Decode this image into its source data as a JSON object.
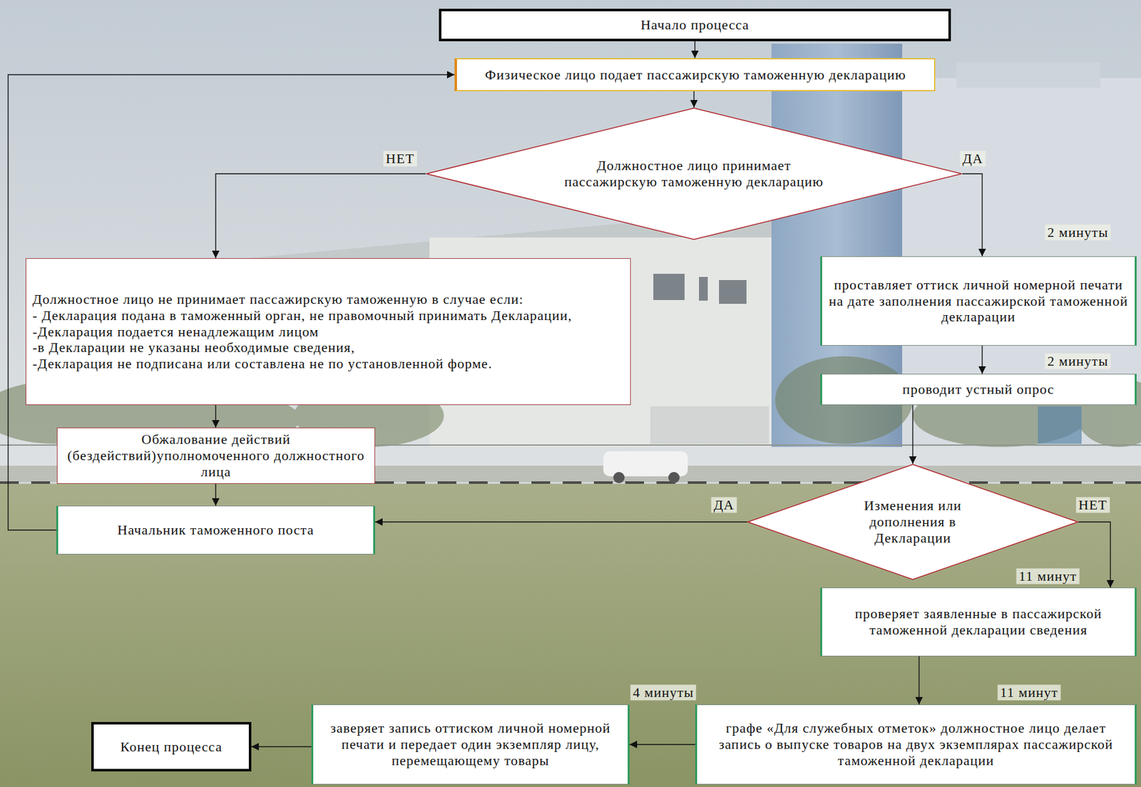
{
  "diagram": {
    "nodes": [
      {
        "text": [
          "Начало процесса"
        ]
      },
      {
        "text": [
          "Физическое лицо подает пассажирскую таможенную декларацию"
        ]
      },
      {
        "text": [
          "Должностное лицо принимает пассажирскую таможенную декларацию"
        ]
      },
      {
        "text": [
          "Должностное лицо не принимает пассажирскую таможенную в случае если:",
          "- Декларация подана в таможенный орган, не правомочный принимать Декларации,",
          "-Декларация подается ненадлежащим лицом",
          "-в Декларации не указаны необходимые сведения,",
          "-Декларация не подписана или составлена не по установленной форме."
        ]
      },
      {
        "text": [
          "проставляет оттиск личной номерной печати на дате заполнения пассажирской таможенной декларации"
        ]
      },
      {
        "text": [
          "проводит устный опрос"
        ]
      },
      {
        "text": [
          "Обжалование действий (бездействий)уполномоченного должностного лица"
        ]
      },
      {
        "text": [
          "Начальник таможенного поста"
        ]
      },
      {
        "text": [
          "Изменения или дополнения в Декларации"
        ]
      },
      {
        "text": [
          "проверяет заявленные в пассажирской таможенной декларации сведения"
        ]
      },
      {
        "text": [
          "графе «Для служебных отметок» должностное лицо делает запись о выпуске товаров на двух экземплярах пассажирской таможенной декларации"
        ]
      },
      {
        "text": [
          "заверяет запись оттиском личной номерной печати и передает один экземпляр лицу, перемещающему товары"
        ]
      },
      {
        "text": [
          "Конец процесса"
        ]
      }
    ],
    "edges": [
      {
        "from": 0,
        "to": 1,
        "arrow": "to"
      },
      {
        "from": 1,
        "to": 2,
        "arrow": "to"
      },
      {
        "from": 2,
        "to": 3,
        "label": "НЕТ",
        "arrow": "to"
      },
      {
        "from": 2,
        "to": 4,
        "label": "ДА",
        "arrow": "to"
      },
      {
        "from": 4,
        "to": 5,
        "arrow": "to"
      },
      {
        "from": 3,
        "to": 6,
        "arrow": "to"
      },
      {
        "from": 6,
        "to": 7,
        "arrow": "to"
      },
      {
        "from": 5,
        "to": 8,
        "arrow": "to"
      },
      {
        "from": 8,
        "to": 7,
        "label": "ДА",
        "arrow": "to"
      },
      {
        "from": 8,
        "to": 9,
        "label": "НЕТ",
        "arrow": "to"
      },
      {
        "from": 7,
        "to": 1,
        "arrow": "to"
      },
      {
        "from": 9,
        "to": 10,
        "arrow": "to"
      },
      {
        "from": 10,
        "to": 11,
        "arrow": "to"
      },
      {
        "from": 11,
        "to": 12,
        "arrow": "to"
      }
    ],
    "labels": [
      "2 минуты",
      "2 минуты",
      "11 минут",
      "11 минут",
      "4 минуты"
    ]
  }
}
